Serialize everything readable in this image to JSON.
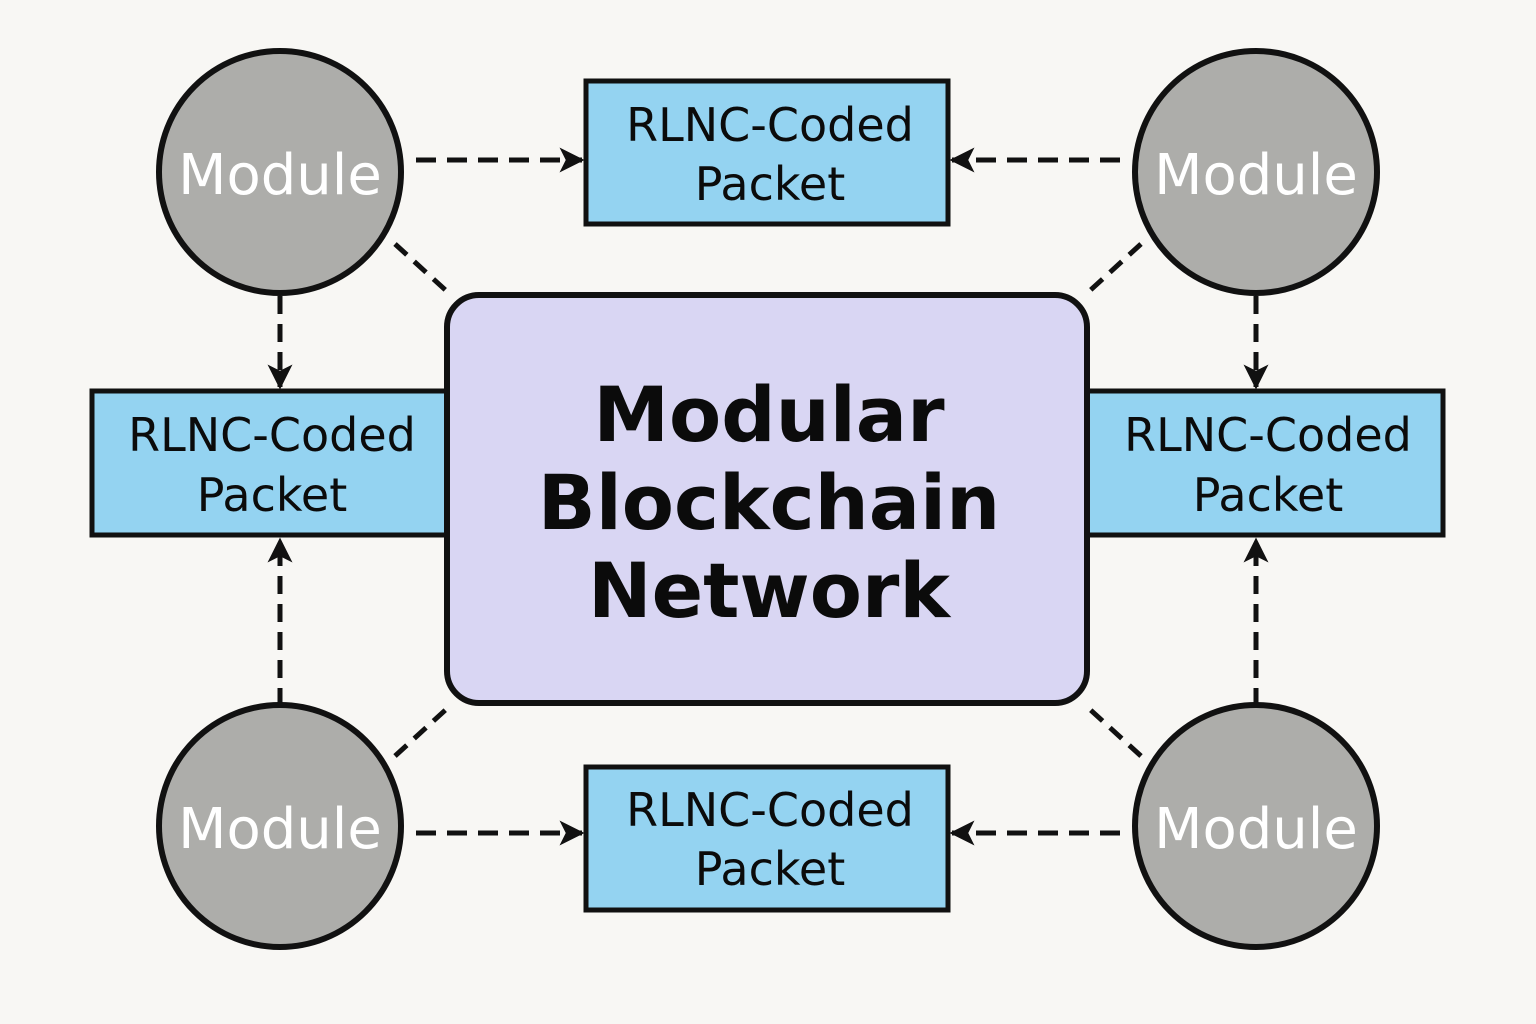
{
  "diagram": {
    "center": {
      "lines": [
        "Modular",
        "Blockchain",
        "Network"
      ]
    },
    "packets": [
      {
        "id": "top",
        "lines": [
          "RLNC-Coded",
          "Packet"
        ]
      },
      {
        "id": "left",
        "lines": [
          "RLNC-Coded",
          "Packet"
        ]
      },
      {
        "id": "right",
        "lines": [
          "RLNC-Coded",
          "Packet"
        ]
      },
      {
        "id": "bottom",
        "lines": [
          "RLNC-Coded",
          "Packet"
        ]
      }
    ],
    "modules": [
      {
        "id": "top-left",
        "label": "Module"
      },
      {
        "id": "top-right",
        "label": "Module"
      },
      {
        "id": "bottom-left",
        "label": "Module"
      },
      {
        "id": "bottom-right",
        "label": "Module"
      }
    ],
    "edges": [
      {
        "from": "module-top-left",
        "to": "packet-top",
        "style": "dashed-arrow"
      },
      {
        "from": "module-top-right",
        "to": "packet-top",
        "style": "dashed-arrow"
      },
      {
        "from": "module-top-left",
        "to": "packet-left",
        "style": "dashed-arrow"
      },
      {
        "from": "module-bottom-left",
        "to": "packet-left",
        "style": "dashed-arrow"
      },
      {
        "from": "module-top-right",
        "to": "packet-right",
        "style": "dashed-arrow"
      },
      {
        "from": "module-bottom-right",
        "to": "packet-right",
        "style": "dashed-arrow"
      },
      {
        "from": "module-bottom-left",
        "to": "packet-bottom",
        "style": "dashed-arrow"
      },
      {
        "from": "module-bottom-right",
        "to": "packet-bottom",
        "style": "dashed-arrow"
      },
      {
        "from": "module-top-left",
        "to": "center",
        "style": "dashed-line"
      },
      {
        "from": "module-top-right",
        "to": "center",
        "style": "dashed-line"
      },
      {
        "from": "module-bottom-left",
        "to": "center",
        "style": "dashed-line"
      },
      {
        "from": "module-bottom-right",
        "to": "center",
        "style": "dashed-line"
      }
    ]
  },
  "colors": {
    "background": "#f8f7f4",
    "module_fill": "#adadaa",
    "module_text": "#ffffff",
    "packet_fill": "#94d3f1",
    "center_fill": "#d9d6f3",
    "stroke": "#111111"
  }
}
